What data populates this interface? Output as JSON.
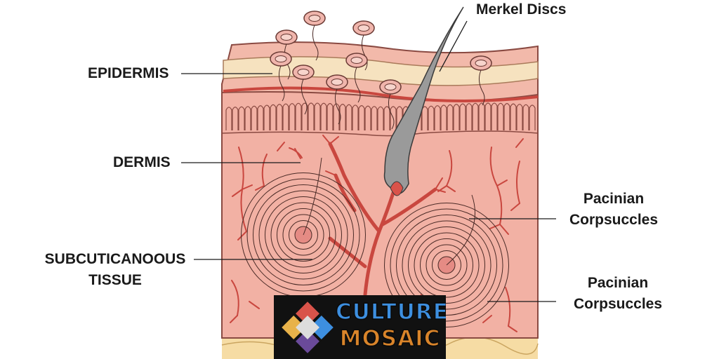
{
  "labels": {
    "merkel": "Merkel Discs",
    "epidermis": "EPIDERMIS",
    "dermis": "DERMIS",
    "subcut_line1": "SUBCUTICANOOUS",
    "subcut_line2": "TISSUE",
    "pacinian1_line1": "Pacinian",
    "pacinian1_line2": "Corpsuccles",
    "pacinian2_line1": "Pacinian",
    "pacinian2_line2": "Corpsuccles"
  },
  "watermark": {
    "line1": "CULTURE",
    "line2": "MOSAIC"
  },
  "colors": {
    "skin_surface": "#f2b9aa",
    "epidermis_band": "#f6e2bf",
    "dermis": "#f2b1a4",
    "vessel": "#c9473f",
    "fat": "#f6dca4",
    "hair": "#8c8c8c"
  }
}
